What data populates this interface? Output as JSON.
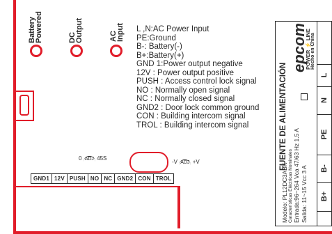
{
  "leds": [
    {
      "label_line1": "Battery",
      "label_line2": "Powered"
    },
    {
      "label_line1": "DC",
      "label_line2": "Output"
    },
    {
      "label_line1": "AC",
      "label_line2": "Input"
    }
  ],
  "legend": [
    "L ,N:AC Power Input",
    "PE:Ground",
    "B-: Battery(-)",
    "B+:Battery(+)",
    "GND 1:Power output negative",
    "12V  : Power output positive",
    "PUSH : Access control lock signal",
    "NO : Normally open signal",
    "NC : Normally closed signal",
    "GND2  : Door lock common ground",
    "CON  : Building intercom signal",
    "TROL : Building intercom signal"
  ],
  "adjust": {
    "left": "0",
    "adj": "ADJ",
    "right": "45S",
    "minus_v": "-V",
    "adj2": "ADJ",
    "plus_v": "+V"
  },
  "terminals": [
    "GND1",
    "12V",
    "PUSH",
    "NO",
    "NC",
    "GND2",
    "CON",
    "TROL"
  ],
  "spec_label": {
    "title": "FUENTE DE ALIMENTACIÓN",
    "brand": "epcom",
    "brand_sub": "POWER ⚡ LINE",
    "made_in": "Hecho en China",
    "model": "Modelo: PL12DC3ABK",
    "features": "Características Eléctricas Nominales",
    "input": "Entrada:96~264 Vca  47/63 Hz   1.5 A",
    "output": "Salida: 11~15 Vcc   3 A",
    "terminals": [
      "L",
      "N",
      "PE",
      "B-",
      "B+"
    ]
  }
}
